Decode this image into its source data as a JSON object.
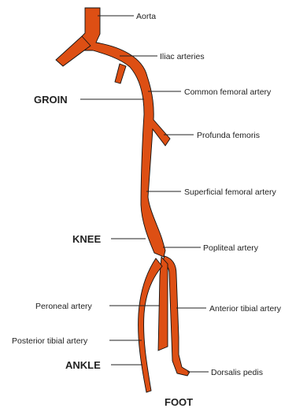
{
  "diagram": {
    "vessel_color": "#dd4f14",
    "vessel_outline": "#111111",
    "labels": {
      "aorta": "Aorta",
      "iliac_arteries": "Iliac arteries",
      "common_femoral_artery": "Common femoral artery",
      "profunda_femoris": "Profunda femoris",
      "superficial_femoral_artery": "Superficial femoral artery",
      "popliteal_artery": "Popliteal artery",
      "anterior_tibial_artery": "Anterior tibial artery",
      "dorsalis_pedis": "Dorsalis pedis",
      "peroneal_artery": "Peroneal artery",
      "posterior_tibial_artery": "Posterior tibial artery"
    },
    "regions": {
      "groin": "GROIN",
      "knee": "KNEE",
      "ankle": "ANKLE",
      "foot": "FOOT"
    }
  }
}
